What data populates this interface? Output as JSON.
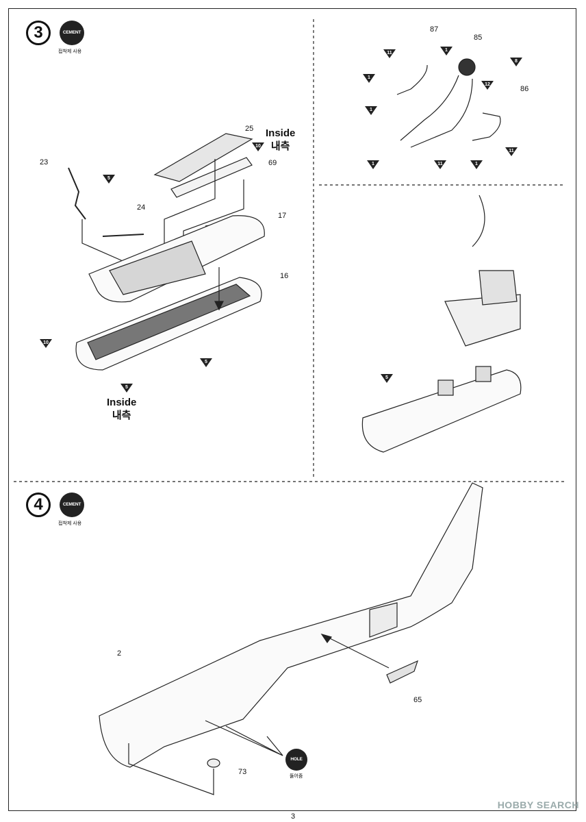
{
  "step3": {
    "number": "3",
    "cement_label": "CEMENT",
    "cement_caption": "접착제 사용"
  },
  "step4": {
    "number": "4",
    "cement_label": "CEMENT",
    "cement_caption": "접착제 사용"
  },
  "inside_en": "Inside",
  "inside_ko": "내측",
  "hole": {
    "label": "HOLE",
    "caption": "뚫어줌"
  },
  "parts": {
    "p25": "25",
    "p69": "69",
    "p23": "23",
    "p24": "24",
    "p17": "17",
    "p16": "16",
    "p87": "87",
    "p85": "85",
    "p86": "86",
    "p2": "2",
    "p65": "65",
    "p73": "73"
  },
  "colors": {
    "1": "1",
    "5": "5",
    "8": "8",
    "10": "10",
    "11": "11",
    "12": "12"
  },
  "page_number": "3",
  "watermark": "HOBBY SEARCH"
}
